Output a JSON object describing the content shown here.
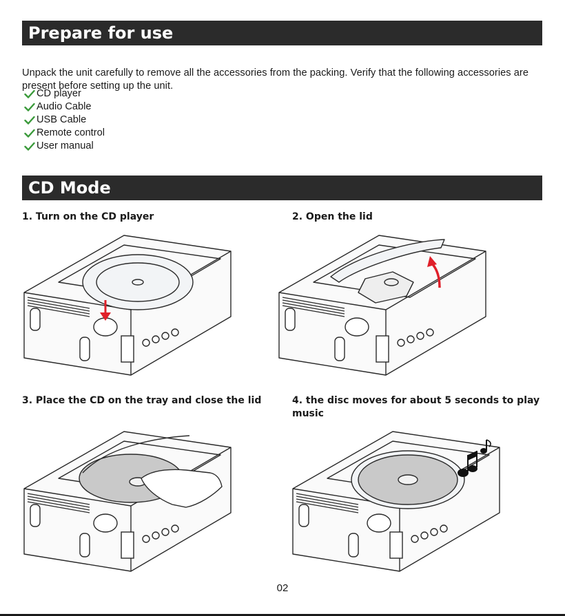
{
  "sections": {
    "prepare": {
      "title": "Prepare for use",
      "intro": "Unpack the unit carefully to remove all the accessories from the packing. Verify that the following accessories are present before setting up the unit.",
      "items": [
        "CD player",
        "Audio Cable",
        "USB Cable",
        "Remote control",
        "User manual"
      ]
    },
    "cd_mode": {
      "title": "CD Mode",
      "steps": [
        "1. Turn on the CD player",
        "2. Open the lid",
        "3. Place the CD on the tray and close the lid",
        "4. the disc moves for about 5 seconds to play music"
      ]
    }
  },
  "colors": {
    "header_bg": "#2b2b2b",
    "check": "#3a9a3a",
    "arrow": "#e0202a"
  },
  "icons": [
    "check-icon",
    "down-arrow-icon",
    "up-arrow-icon",
    "hand-icon",
    "music-notes-icon"
  ],
  "page_number": "02"
}
